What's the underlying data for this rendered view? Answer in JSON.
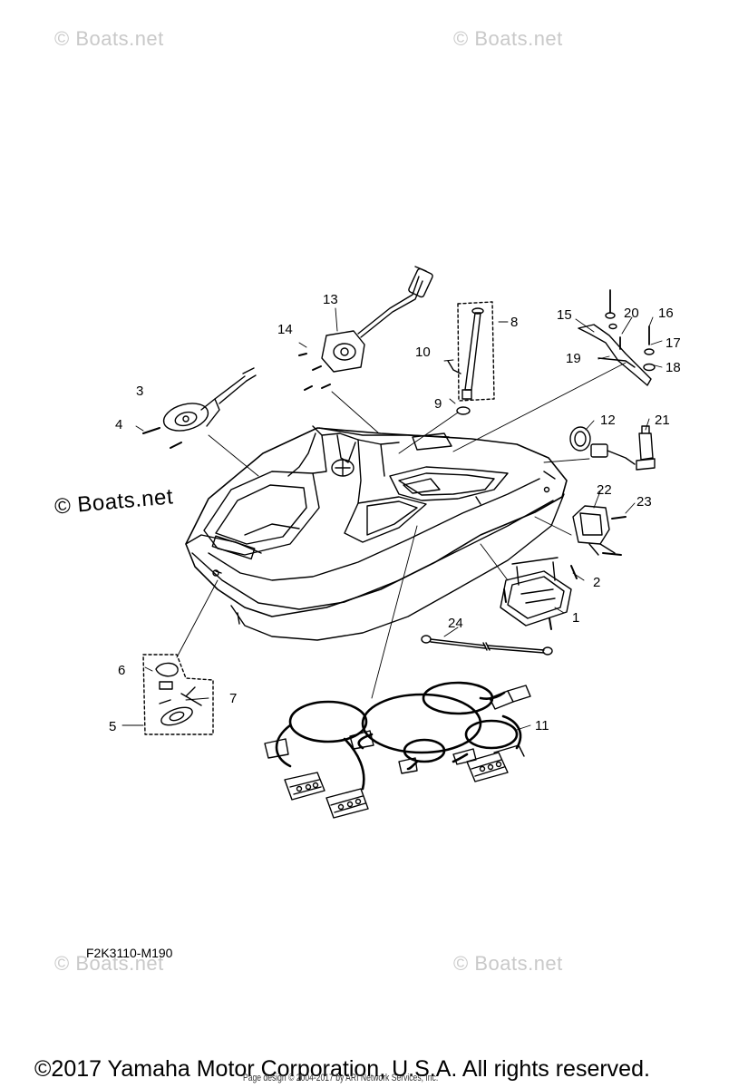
{
  "watermarks": {
    "top_left": "© Boats.net",
    "top_right": "© Boats.net",
    "middle_left": "© Boats.net",
    "bottom_left": "© Boats.net",
    "bottom_right": "© Boats.net"
  },
  "callouts": {
    "c1": "1",
    "c2": "2",
    "c3": "3",
    "c4": "4",
    "c5": "5",
    "c6": "6",
    "c7": "7",
    "c8": "8",
    "c9": "9",
    "c10": "10",
    "c11": "11",
    "c12": "12",
    "c13": "13",
    "c14": "14",
    "c15": "15",
    "c16": "16",
    "c17": "17",
    "c18": "18",
    "c19": "19",
    "c20": "20",
    "c21": "21",
    "c22": "22",
    "c23": "23",
    "c24": "24"
  },
  "diagram_code": "F2K3110-M190",
  "footer": {
    "copyright": "©2017 Yamaha Motor Corporation, U.S.A. All rights reserved.",
    "page_design": "Page design © 2004-2017 by ARI Network Services, Inc."
  }
}
